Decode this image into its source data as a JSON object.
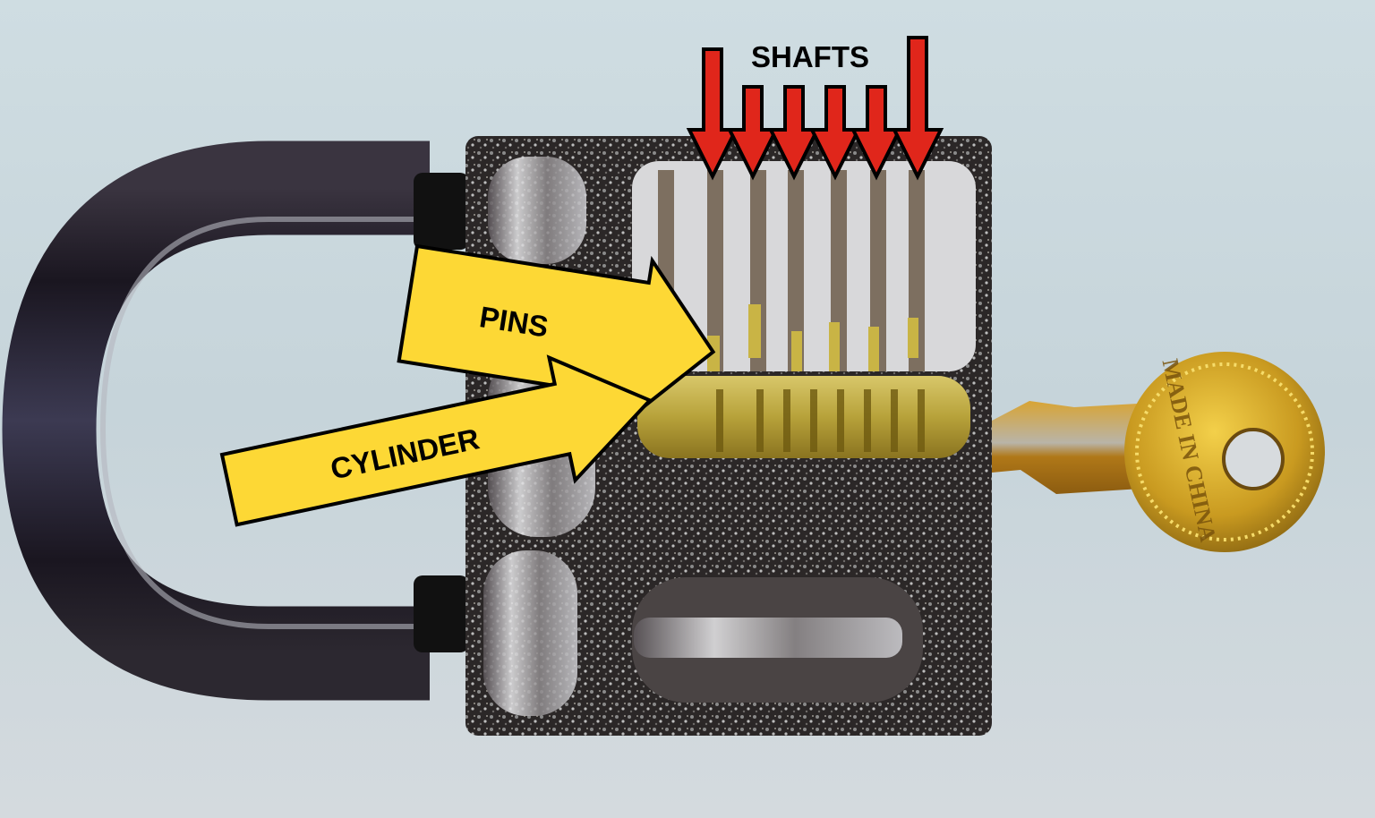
{
  "image": {
    "subject": "Cutaway practice padlock with key inserted",
    "background_color": "#c9d6dc"
  },
  "annotations": {
    "shafts": {
      "label": "SHAFTS",
      "arrow_color": "#e0261b",
      "arrow_count": 6
    },
    "pins": {
      "label": "PINS",
      "arrow_color": "#fdd835"
    },
    "cylinder": {
      "label": "CYLINDER",
      "arrow_color": "#fdd835"
    }
  },
  "key": {
    "embossing": "MADE IN CHINA",
    "color": "#c8961f"
  },
  "padlock": {
    "body_color": "#2a2626",
    "shackle_color": "#1c1a24",
    "cylinder_color": "#c9b445"
  }
}
